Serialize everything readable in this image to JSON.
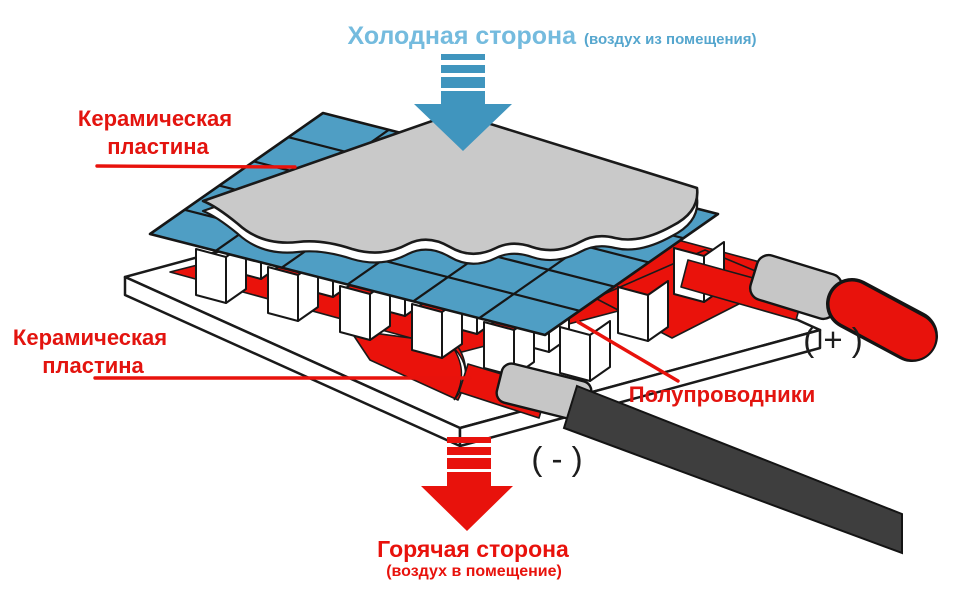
{
  "title": {
    "main": "Холодная сторона",
    "sub": "(воздух из помещения)"
  },
  "labels": {
    "ceramic_top": {
      "line1": "Керамическая",
      "line2": "пластина"
    },
    "ceramic_bottom": {
      "line1": "Керамическая",
      "line2": "пластина"
    },
    "semiconductors": "Полупроводники",
    "terminal_plus": "( + )",
    "terminal_minus": "( - )"
  },
  "footer": {
    "main": "Горячая сторона",
    "sub": "(воздух в помещение)"
  },
  "colors": {
    "cold_arrow_blue": "#4095be",
    "cold_title_blue": "#74bbde",
    "cold_plate_blue": "#4f9ec4",
    "hot_red": "#e8120c",
    "ceramic_gray": "#c9c9c9",
    "wire_dark_gray": "#3e3e3e",
    "crimp_gray": "#c6c6c6"
  }
}
